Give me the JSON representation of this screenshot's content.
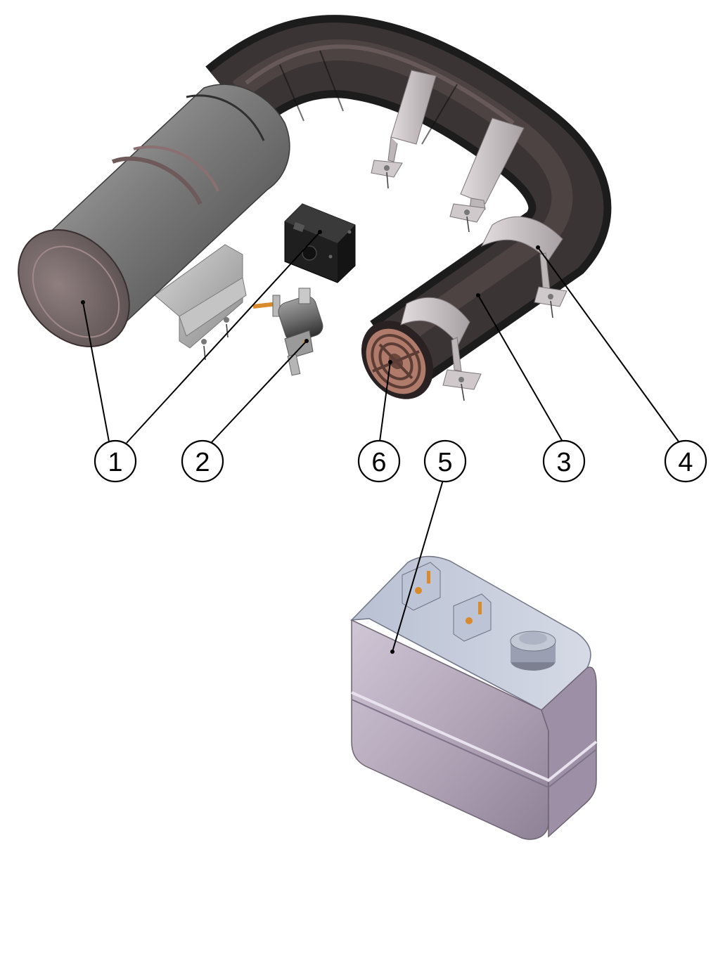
{
  "callouts": [
    {
      "id": "heater",
      "label": "1"
    },
    {
      "id": "fuel-pump",
      "label": "2"
    },
    {
      "id": "duct",
      "label": "6"
    },
    {
      "id": "tank",
      "label": "5"
    },
    {
      "id": "insulation",
      "label": "3"
    },
    {
      "id": "clamp",
      "label": "4"
    }
  ],
  "colors": {
    "heater_body": "#8a8a8a",
    "duct": "#2b2b2b",
    "clamp": "#c9c2c4",
    "tank": "#b8aebe",
    "fuel_line": "#d98a2b"
  }
}
